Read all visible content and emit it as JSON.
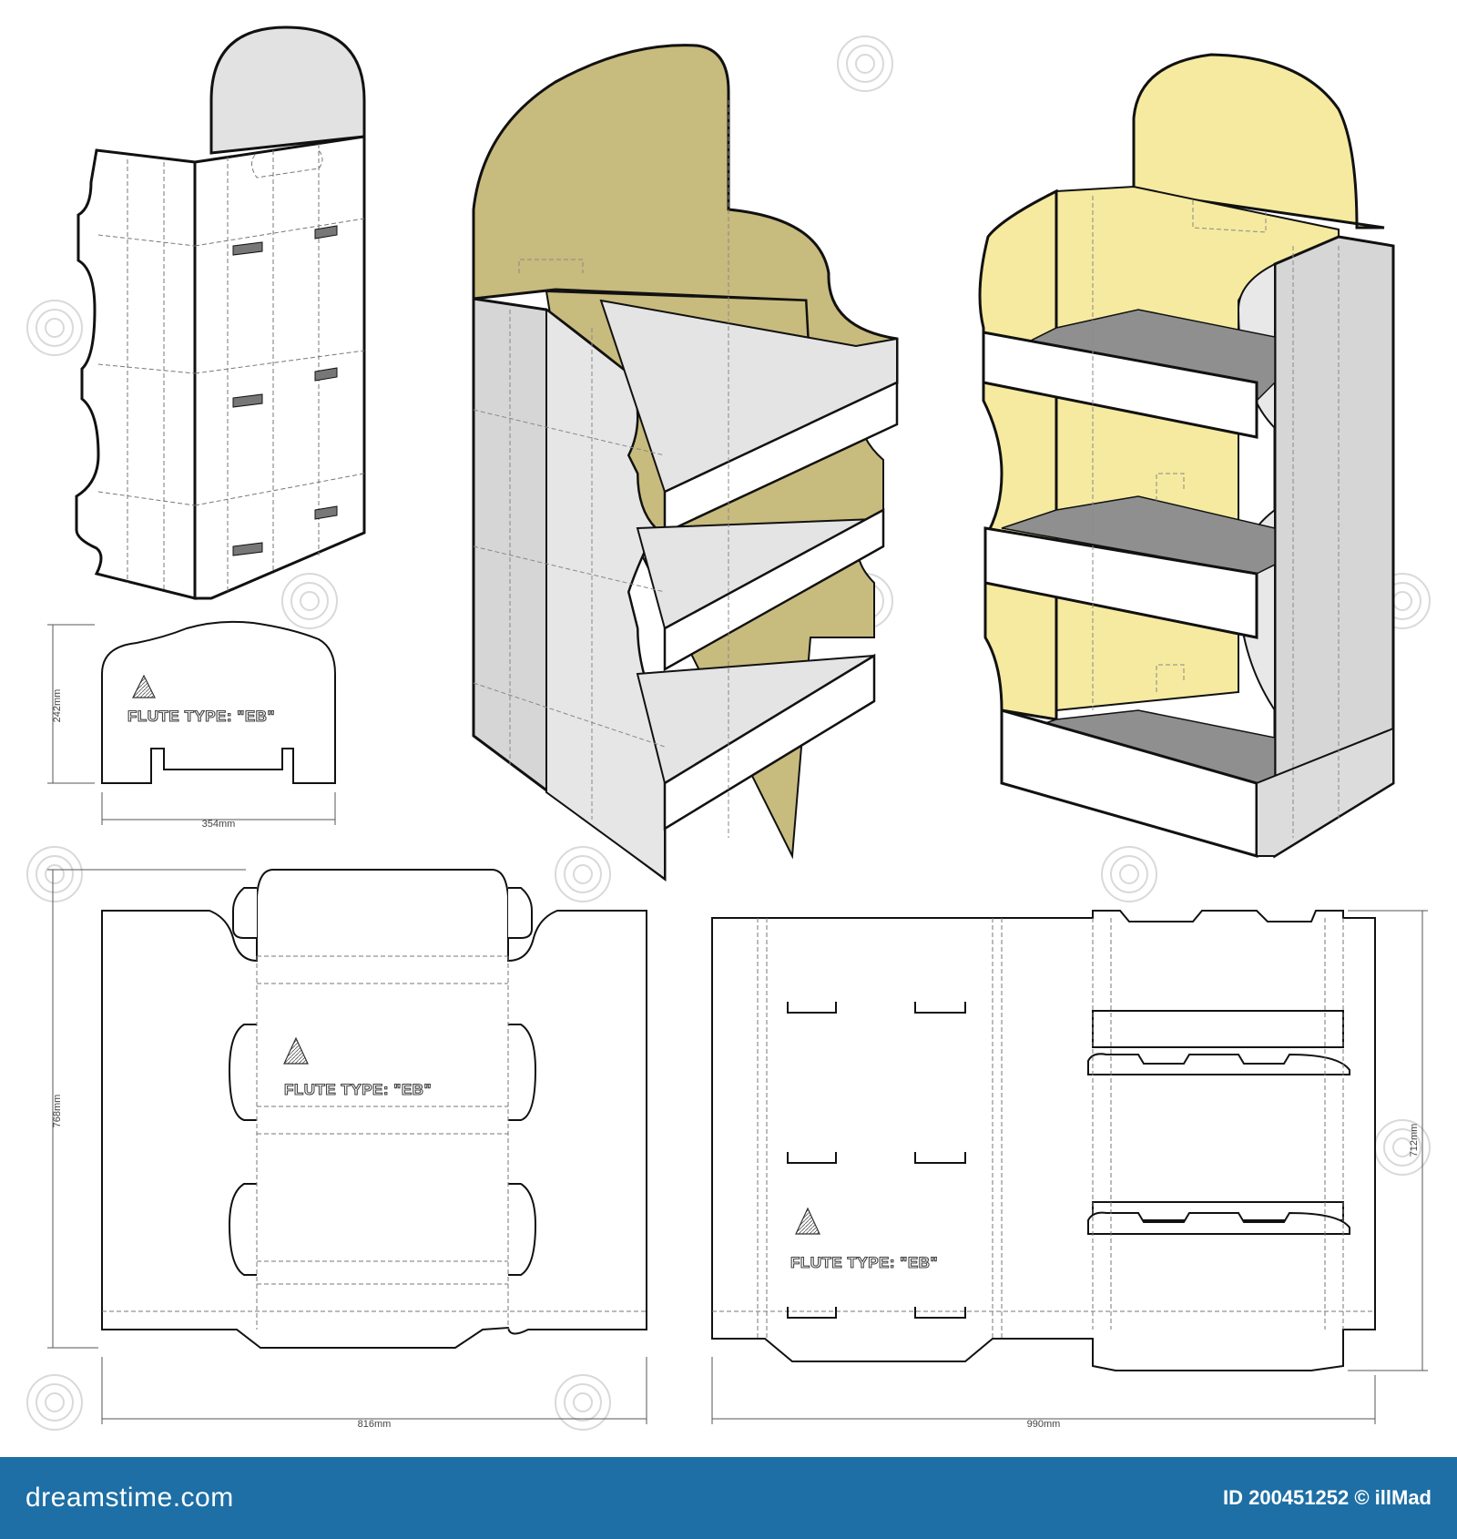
{
  "colors": {
    "panel_gray": "#dcdcdc",
    "header_gray": "#e2e2e2",
    "khaki": "#c8bb7e",
    "yellow": "#f5ea9f",
    "tray_dark": "#9a9a9a",
    "outline": "#111111",
    "footer_bg": "#1d6fa5"
  },
  "icons": {
    "flute_marker": "triangle-hatched-icon",
    "watermark": "spiral-icon"
  },
  "dimensions": {
    "header_height": "242mm",
    "header_width": "354mm",
    "side_panel_height": "768mm",
    "side_panel_width": "816mm",
    "back_panel_height": "712mm",
    "back_panel_width": "990mm"
  },
  "flute_labels": {
    "header": "FLUTE TYPE: \"EB\"",
    "side_panel": "FLUTE TYPE: \"EB\"",
    "back_panel": "FLUTE TYPE: \"EB\""
  },
  "footer": {
    "brand": "dreamstime.com",
    "credit": "ID 200451252 © illMad"
  }
}
